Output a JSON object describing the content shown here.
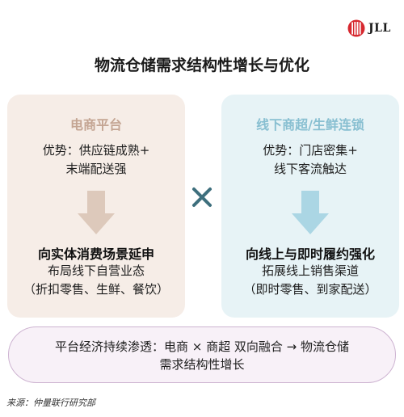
{
  "brand": {
    "name": "JLL",
    "color": "#d7282f"
  },
  "title": "物流仓储需求结构性增长与优化",
  "left_panel": {
    "heading": "电商平台",
    "advantage_line1": "优势：供应链成熟+",
    "advantage_line2": "末端配送强",
    "arrow_icon": "down-arrow-icon",
    "direction": "向实体消费场景延申",
    "detail_line1": "布局线下自营业态",
    "detail_line2": "（折扣零售、生鲜、餐饮）",
    "bg_color": "#f6ede7",
    "accent_color": "#c4a593"
  },
  "right_panel": {
    "heading": "线下商超/生鲜连锁",
    "advantage_line1": "优势：门店密集+",
    "advantage_line2": "线下客流触达",
    "arrow_icon": "down-arrow-icon",
    "direction": "向线上与即时履约强化",
    "detail_line1": "拓展线上销售渠道",
    "detail_line2": "（即时零售、到家配送）",
    "bg_color": "#e7f3f6",
    "accent_color": "#88bfd1"
  },
  "connector": {
    "icon": "multiply-icon",
    "color": "#3e6f7d"
  },
  "summary": {
    "line1": "平台经济持续渗透：电商 × 商超 双向融合 → 物流仓储",
    "line2": "需求结构性增长",
    "border_color": "#cdb3d1"
  },
  "source": "来源：仲量联行研究部"
}
